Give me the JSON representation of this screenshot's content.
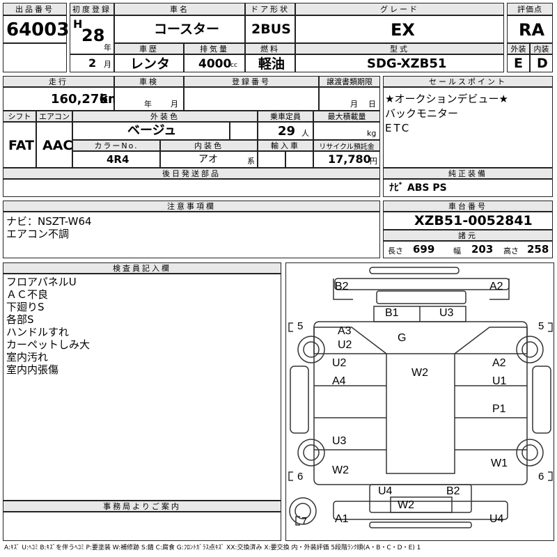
{
  "header": {
    "lot_label": "出品番号",
    "lot_no": "64003",
    "first_reg_label": "初度登録",
    "era": "H",
    "year": "28",
    "year_unit": "年",
    "month": "2",
    "month_unit": "月",
    "car_name_label": "車名",
    "car_name": "コースター",
    "door_label": "ドア形状",
    "door": "2BUS",
    "grade_label": "グレード",
    "grade": "EX",
    "score_label": "評価点",
    "score": "RA",
    "ext_label": "外装",
    "ext": "E",
    "int_label": "内装",
    "int": "D",
    "history_label": "車歴",
    "history": "レンタ",
    "disp_label": "排気量",
    "disp": "4000",
    "disp_unit": "cc",
    "fuel_label": "燃料",
    "fuel": "軽油",
    "model_label": "型式",
    "model": "SDG-XZB51"
  },
  "row2": {
    "mileage_label": "走行",
    "mileage": "160,276",
    "mileage_unit": "km",
    "inspect_label": "車検",
    "inspect_year_unit": "年",
    "inspect_month_unit": "月",
    "plate_label": "登録番号",
    "transfer_label": "譲渡書類期限",
    "transfer_month_unit": "月",
    "transfer_day_unit": "日",
    "shift_label": "シフト",
    "shift": "FAT",
    "ac_label": "エアコン",
    "ac": "AAC",
    "color_label": "外装色",
    "color": "ベージュ",
    "seats_label": "乗車定員",
    "seats": "29",
    "seats_unit": "人",
    "load_label": "最大積載量",
    "load_unit": "kg",
    "color_no_label": "カラーNo.",
    "color_no": "4R4",
    "int_color_label": "内装色",
    "int_color": "アオ",
    "int_color_unit": "系",
    "import_label": "輸入車",
    "recycle_label": "リサイクル預託金",
    "recycle": "17,780",
    "recycle_unit": "円"
  },
  "sales_point": {
    "label": "セールスポイント",
    "items": [
      "★オークションデビュー★",
      "バックモニター",
      "ETC"
    ]
  },
  "later_parts_label": "後日発送部品",
  "genuine": {
    "label": "純正装備",
    "value": "ﾅﾋﾞ  ABS  PS"
  },
  "caution": {
    "label": "注意事項欄",
    "lines": [
      "ナビ：NSZT-W64",
      "エアコン不調"
    ]
  },
  "chassis": {
    "label": "車台番号",
    "value": "XZB51-0052841"
  },
  "specs": {
    "label": "諸元",
    "length_label": "長さ",
    "length": "699",
    "width_label": "幅",
    "width": "203",
    "height_label": "高さ",
    "height": "258"
  },
  "inspector": {
    "label": "検査員記入欄",
    "lines": [
      "フロアパネルU",
      "ＡＣ不良",
      "下廻りS",
      "各部S",
      "ハンドルすれ",
      "カーペットしみ大",
      "室内汚れ",
      "室内内張傷"
    ]
  },
  "office_label": "事務局よりご案内",
  "legend": "A:ｷｽﾞ  U:ﾍｺﾐ  B:ｷｽﾞを伴うﾍｺﾐ  P:要塗装  W:補修跡  S:錆  C:腐食  G:ﾌﾛﾝﾄｶﾞﾗｽ点ｷｽﾞ  XX:交換済み  X:要交換   内・外装評価  5段階ﾗﾝｸ順(A・B・C・D・E)  1",
  "diagram": {
    "labels": {
      "front_left": "B2",
      "front_right": "A2",
      "windshield_left": "B1",
      "windshield_right": "U3",
      "glass": "G",
      "front_left_upper": "A3",
      "front_left_upper2": "U2",
      "roof": "W2",
      "left_side_1": "U2",
      "left_side_2": "A4",
      "left_side_3": "U3",
      "left_side_4": "W2",
      "right_side_1": "A2",
      "right_side_2": "U1",
      "right_side_3": "P1",
      "right_side_4": "W1",
      "rear_1": "U4",
      "rear_2": "B2",
      "rear_3": "W2",
      "rear_bumper_left": "A1",
      "rear_bumper_right": "U4"
    },
    "tires": {
      "front_left": "5",
      "front_right": "5",
      "rear_left": "6",
      "rear_right": "6",
      "spare": "7"
    }
  }
}
